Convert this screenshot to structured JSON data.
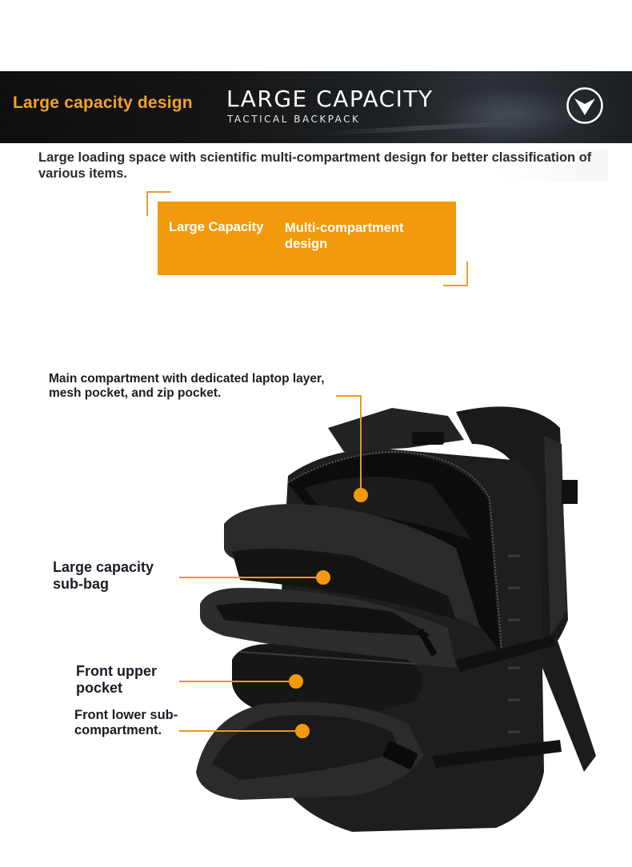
{
  "banner": {
    "left_title": "Large capacity design",
    "title": "LARGE CAPACITY",
    "subtitle": "TACTICAL BACKPACK",
    "icon": "chevron-down-circle-icon",
    "accent_color": "#f2a22c"
  },
  "intro": {
    "text": "Large loading space with scientific multi-compartment design for better classification of various items."
  },
  "feature_box": {
    "color": "#f39a0c",
    "labels": [
      "Large Capacity",
      "Multi-compartment design"
    ]
  },
  "callouts": [
    {
      "id": "main",
      "text": "Main compartment with dedicated laptop layer, mesh pocket, and zip pocket."
    },
    {
      "id": "sub-bag",
      "text": "Large capacity sub-bag"
    },
    {
      "id": "front-upper",
      "text": "Front upper pocket"
    },
    {
      "id": "front-lower",
      "text": "Front lower sub-compartment."
    }
  ],
  "product": {
    "image": "black-tactical-backpack-open-compartments"
  }
}
